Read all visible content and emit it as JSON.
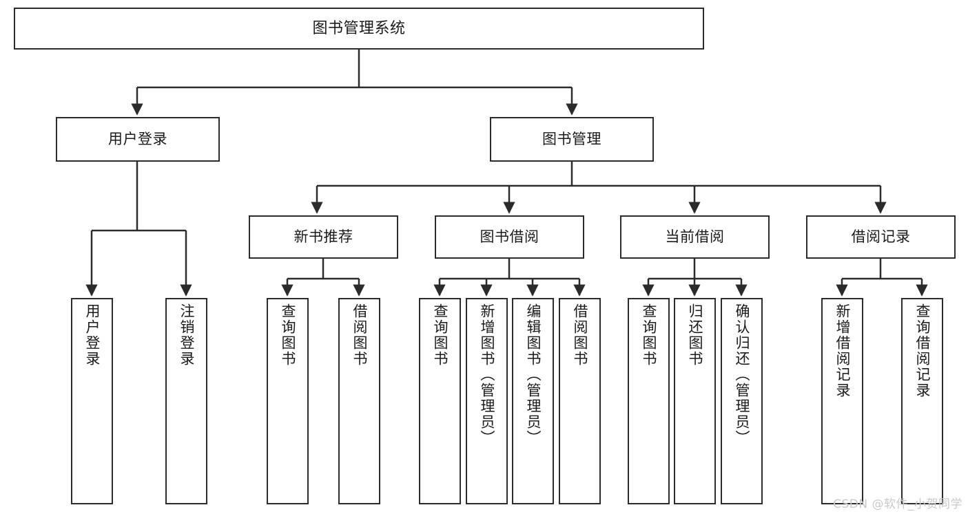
{
  "diagram": {
    "type": "tree",
    "title": "图书管理系统",
    "background_color": "#ffffff",
    "box_border_color": "#2b2b2b",
    "connector_color": "#2b2b2b",
    "text_color": "#1a1a1a",
    "watermark": "CSDN @软件_小贺同学",
    "watermark_color": "#c9c9c9"
  },
  "nodes": {
    "root": {
      "label": "图书管理系统",
      "level": 0,
      "orientation": "horizontal"
    },
    "level1": [
      {
        "label": "用户登录",
        "orientation": "horizontal"
      },
      {
        "label": "图书管理",
        "orientation": "horizontal"
      }
    ],
    "level2": [
      {
        "label": "新书推荐",
        "orientation": "horizontal",
        "parent": "图书管理"
      },
      {
        "label": "图书借阅",
        "orientation": "horizontal",
        "parent": "图书管理"
      },
      {
        "label": "当前借阅",
        "orientation": "horizontal",
        "parent": "图书管理"
      },
      {
        "label": "借阅记录",
        "orientation": "horizontal",
        "parent": "图书管理"
      }
    ],
    "leaves": [
      {
        "label": "用户登录",
        "orientation": "vertical",
        "parent": "用户登录"
      },
      {
        "label": "注销登录",
        "orientation": "vertical",
        "parent": "用户登录"
      },
      {
        "label": "查询图书",
        "orientation": "vertical",
        "parent": "新书推荐"
      },
      {
        "label": "借阅图书",
        "orientation": "vertical",
        "parent": "新书推荐"
      },
      {
        "label": "查询图书",
        "orientation": "vertical",
        "parent": "图书借阅"
      },
      {
        "label": "新增图书（管理员）",
        "orientation": "vertical",
        "parent": "图书借阅"
      },
      {
        "label": "编辑图书（管理员）",
        "orientation": "vertical",
        "parent": "图书借阅"
      },
      {
        "label": "借阅图书",
        "orientation": "vertical",
        "parent": "图书借阅"
      },
      {
        "label": "查询图书",
        "orientation": "vertical",
        "parent": "当前借阅"
      },
      {
        "label": "归还图书",
        "orientation": "vertical",
        "parent": "当前借阅"
      },
      {
        "label": "确认归还（管理员）",
        "orientation": "vertical",
        "parent": "当前借阅"
      },
      {
        "label": "新增借阅记录",
        "orientation": "vertical",
        "parent": "借阅记录"
      },
      {
        "label": "查询借阅记录",
        "orientation": "vertical",
        "parent": "借阅记录"
      }
    ]
  }
}
